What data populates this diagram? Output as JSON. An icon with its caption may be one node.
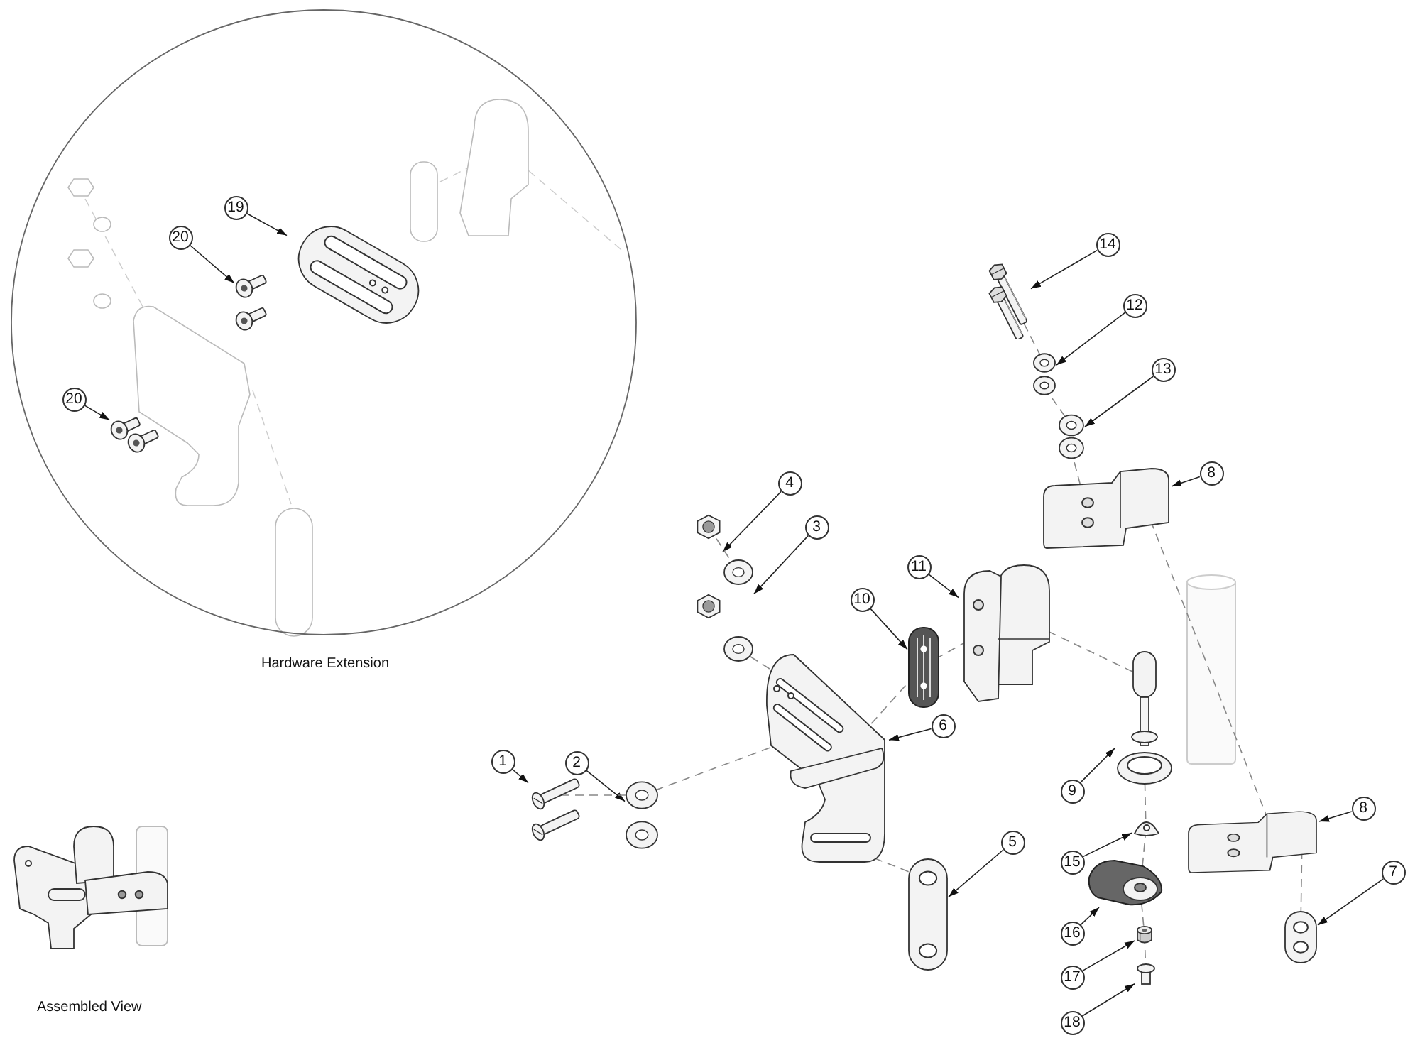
{
  "diagram": {
    "nodes": [
      {
        "text": [
          "Hardware Extension"
        ]
      },
      {
        "text": [
          "19"
        ],
        "in": 0
      },
      {
        "text": [],
        "shape": "picture",
        "in": 0
      },
      {
        "text": [
          "20"
        ],
        "in": 0
      },
      {
        "text": [],
        "shape": "picture",
        "in": 0
      },
      {
        "text": [
          "20"
        ],
        "in": 0
      },
      {
        "text": [],
        "shape": "picture",
        "in": 0
      },
      {
        "text": [
          "1"
        ]
      },
      {
        "text": [],
        "shape": "picture"
      },
      {
        "text": [
          "2"
        ]
      },
      {
        "text": [],
        "shape": "picture"
      },
      {
        "text": [
          "3"
        ]
      },
      {
        "text": [],
        "shape": "picture"
      },
      {
        "text": [
          "4"
        ]
      },
      {
        "text": [],
        "shape": "picture"
      },
      {
        "text": [
          "5"
        ]
      },
      {
        "text": [],
        "shape": "picture"
      },
      {
        "text": [
          "6"
        ]
      },
      {
        "text": [],
        "shape": "picture"
      },
      {
        "text": [
          "7"
        ]
      },
      {
        "text": [],
        "shape": "picture"
      },
      {
        "text": [
          "8"
        ]
      },
      {
        "text": [],
        "shape": "picture"
      },
      {
        "text": [
          "8"
        ]
      },
      {
        "text": [],
        "shape": "picture"
      },
      {
        "text": [
          "9"
        ]
      },
      {
        "text": [],
        "shape": "picture"
      },
      {
        "text": [
          "10"
        ]
      },
      {
        "text": [],
        "shape": "picture"
      },
      {
        "text": [
          "11"
        ]
      },
      {
        "text": [],
        "shape": "picture"
      },
      {
        "text": [
          "12"
        ]
      },
      {
        "text": [],
        "shape": "picture"
      },
      {
        "text": [
          "13"
        ]
      },
      {
        "text": [],
        "shape": "picture"
      },
      {
        "text": [
          "14"
        ]
      },
      {
        "text": [],
        "shape": "picture"
      },
      {
        "text": [
          "15"
        ]
      },
      {
        "text": [],
        "shape": "picture"
      },
      {
        "text": [
          "16"
        ]
      },
      {
        "text": [],
        "shape": "picture"
      },
      {
        "text": [
          "17"
        ]
      },
      {
        "text": [],
        "shape": "picture"
      },
      {
        "text": [
          "18"
        ]
      },
      {
        "text": [],
        "shape": "picture"
      }
    ],
    "edges": [
      {
        "from": 1,
        "to": 2,
        "arrow": "to"
      },
      {
        "from": 3,
        "to": 4,
        "arrow": "to"
      },
      {
        "from": 5,
        "to": 6,
        "arrow": "to"
      },
      {
        "from": 7,
        "to": 8,
        "arrow": "to"
      },
      {
        "from": 9,
        "to": 10,
        "arrow": "to"
      },
      {
        "from": 11,
        "to": 12,
        "arrow": "to"
      },
      {
        "from": 13,
        "to": 14,
        "arrow": "to"
      },
      {
        "from": 15,
        "to": 16,
        "arrow": "to"
      },
      {
        "from": 17,
        "to": 18,
        "arrow": "to"
      },
      {
        "from": 19,
        "to": 20,
        "arrow": "to"
      },
      {
        "from": 21,
        "to": 22,
        "arrow": "to"
      },
      {
        "from": 23,
        "to": 24,
        "arrow": "to"
      },
      {
        "from": 25,
        "to": 26,
        "arrow": "to"
      },
      {
        "from": 27,
        "to": 28,
        "arrow": "to"
      },
      {
        "from": 29,
        "to": 30,
        "arrow": "to"
      },
      {
        "from": 31,
        "to": 32,
        "arrow": "to"
      },
      {
        "from": 33,
        "to": 34,
        "arrow": "to"
      },
      {
        "from": 35,
        "to": 36,
        "arrow": "to"
      },
      {
        "from": 37,
        "to": 38,
        "arrow": "to"
      },
      {
        "from": 39,
        "to": 40,
        "arrow": "to"
      },
      {
        "from": 41,
        "to": 42,
        "arrow": "to"
      },
      {
        "from": 43,
        "to": 44,
        "arrow": "to"
      },
      {
        "from": 8,
        "to": 10,
        "arrow": "none",
        "style": "dashed",
        "color": "#888888"
      },
      {
        "from": 10,
        "to": 18,
        "arrow": "none",
        "style": "dashed",
        "color": "#888888"
      },
      {
        "from": 18,
        "to": 28,
        "arrow": "none",
        "style": "dashed",
        "color": "#888888"
      },
      {
        "from": 28,
        "to": 30,
        "arrow": "none",
        "style": "dashed",
        "color": "#888888"
      },
      {
        "from": 14,
        "to": 12,
        "arrow": "none",
        "style": "dashed",
        "color": "#888888"
      },
      {
        "from": 12,
        "to": 18,
        "arrow": "none",
        "style": "dashed",
        "color": "#888888"
      },
      {
        "from": 18,
        "to": 16,
        "arrow": "none",
        "style": "dashed",
        "color": "#888888"
      },
      {
        "from": 30,
        "to": 26,
        "arrow": "none",
        "style": "dashed",
        "color": "#888888"
      },
      {
        "from": 36,
        "to": 32,
        "arrow": "none",
        "style": "dashed",
        "color": "#888888"
      },
      {
        "from": 32,
        "to": 34,
        "arrow": "none",
        "style": "dashed",
        "color": "#888888"
      },
      {
        "from": 34,
        "to": 22,
        "arrow": "none",
        "style": "dashed",
        "color": "#888888"
      },
      {
        "from": 22,
        "to": 24,
        "arrow": "none",
        "style": "dashed",
        "color": "#888888"
      },
      {
        "from": 24,
        "to": 20,
        "arrow": "none",
        "style": "dashed",
        "color": "#888888"
      },
      {
        "from": 26,
        "to": 38,
        "arrow": "none",
        "style": "dashed",
        "color": "#888888"
      },
      {
        "from": 38,
        "to": 40,
        "arrow": "none",
        "style": "dashed",
        "color": "#888888"
      },
      {
        "from": 40,
        "to": 42,
        "arrow": "none",
        "style": "dashed",
        "color": "#888888"
      },
      {
        "from": 42,
        "to": 44,
        "arrow": "none",
        "style": "dashed",
        "color": "#888888"
      }
    ],
    "labels": [
      "Assembled View"
    ]
  }
}
